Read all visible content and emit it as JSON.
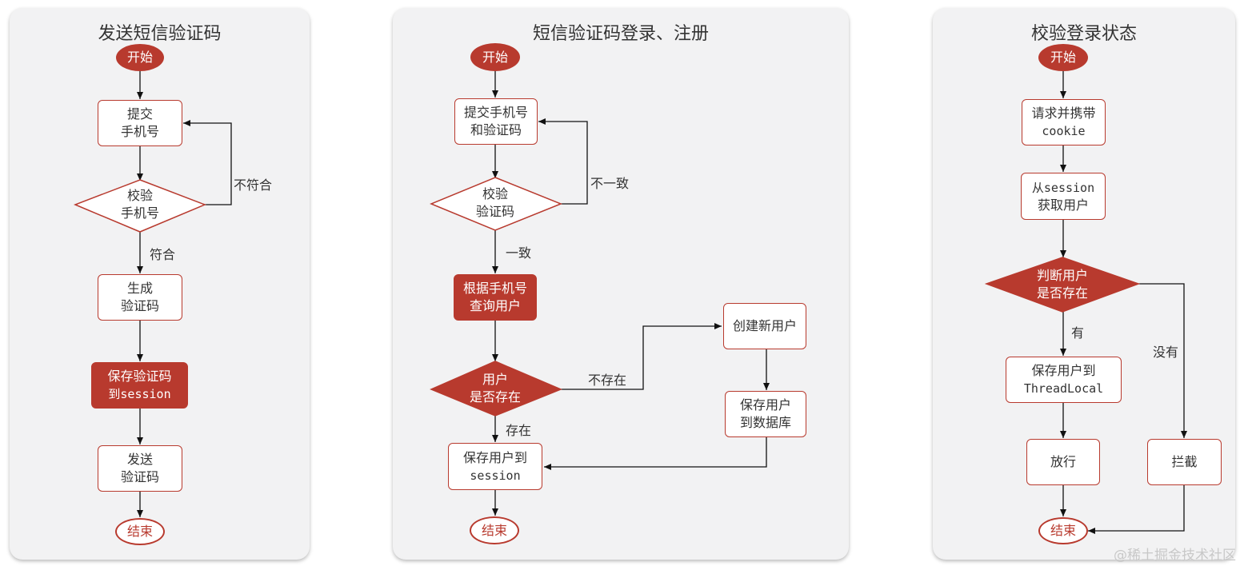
{
  "panels": [
    {
      "title": "发送短信验证码",
      "start": "开始",
      "submit": "提交\n手机号",
      "verify": "校验\n手机号",
      "not_match": "不符合",
      "match": "符合",
      "generate": "生成\n验证码",
      "save_line1": "保存验证码",
      "save_line2": "到session",
      "send": "发送\n验证码",
      "end": "结束"
    },
    {
      "title": "短信验证码登录、注册",
      "start": "开始",
      "submit": "提交手机号\n和验证码",
      "verify": "校验\n验证码",
      "inconsistent": "不一致",
      "consistent": "一致",
      "query": "根据手机号\n查询用户",
      "exists_q": "用户\n是否存在",
      "not_exist": "不存在",
      "exist": "存在",
      "create": "创建新用户",
      "save_db": "保存用户\n到数据库",
      "save_line1": "保存用户到",
      "save_line2": "session",
      "end": "结束"
    },
    {
      "title": "校验登录状态",
      "start": "开始",
      "request_line1": "请求并携带",
      "request_line2": "cookie",
      "fetch_line1": "从session",
      "fetch_line2": "获取用户",
      "exists_q": "判断用户\n是否存在",
      "has": "有",
      "none": "没有",
      "save_line1": "保存用户到",
      "save_line2": "ThreadLocal",
      "pass": "放行",
      "intercept": "拦截",
      "end": "结束"
    }
  ],
  "watermark": "@稀土掘金技术社区",
  "colors": {
    "accent": "#b83a2e",
    "panel_bg": "#f2f2f3",
    "text": "#333333"
  }
}
